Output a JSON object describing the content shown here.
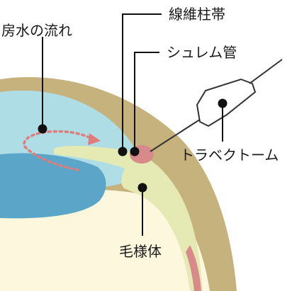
{
  "labels": {
    "aqueous_flow": "房水の流れ",
    "trabecular_meshwork": "線維柱帯",
    "schlemm_canal": "シュレム管",
    "trabeculotomy": "トラベクトーム",
    "ciliary_body": "毛様体"
  },
  "colors": {
    "sclera": "#c6b27d",
    "anterior_chamber": "#aedde6",
    "iris": "#5aa5c8",
    "ciliary": "#e5e9b4",
    "lens": "#fcf7dd",
    "canal": "#d88a8a",
    "flow_arrow": "#e07c7c",
    "marker": "#111111",
    "instrument_stroke": "#333333"
  },
  "icons": {
    "flow_arrow": "dotted-arrow-icon",
    "instrument": "trabectome-probe-icon"
  }
}
